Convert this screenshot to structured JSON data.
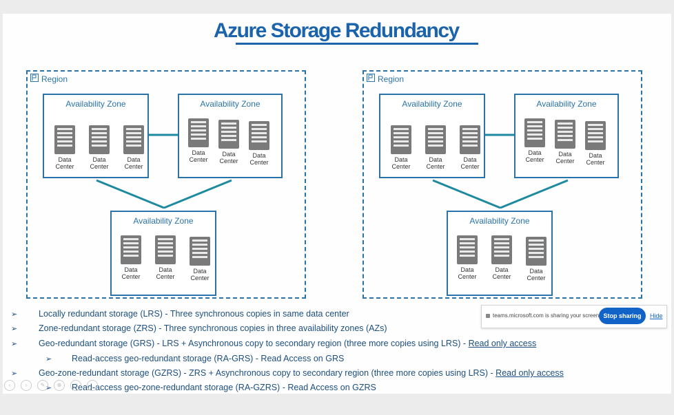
{
  "slide": {
    "title": "Azure Storage Redundancy",
    "region_label": "Region",
    "az_label": "Availability Zone",
    "dc_label_line1": "Data",
    "dc_label_line2": "Center"
  },
  "bullets": [
    {
      "text": "Locally redundant storage (LRS) -  Three synchronous copies in same data center",
      "link": ""
    },
    {
      "text": "Zone-redundant storage (ZRS) -  Three synchronous copies in three availability zones (AZs)",
      "link": ""
    },
    {
      "text": "Geo-redundant storage (GRS) - LRS + Asynchronous copy to secondary region (three more copies using LRS) - ",
      "link": "Read only access"
    },
    {
      "text": "Read-access geo-redundant storage (RA-GRS) -  Read Access on GRS",
      "link": ""
    },
    {
      "text": "Geo-zone-redundant storage (GZRS) -  ZRS + Asynchronous copy to secondary region (three more copies using LRS) - ",
      "link": "Read only access"
    },
    {
      "text": "Read-access geo-zone-redundant storage (RA-GZRS) -  Read Access on GZRS",
      "link": ""
    }
  ],
  "arrow_glyph": "➢",
  "sharing": {
    "text": "teams.microsoft.com is sharing your screen.",
    "stop_label": "Stop sharing",
    "hide_label": "Hide"
  },
  "nav": [
    "‹",
    "›",
    "✎",
    "⊕",
    "□",
    "…"
  ],
  "colors": {
    "accent": "#2a73a9",
    "title": "#1b63ab",
    "button": "#1263c7"
  }
}
